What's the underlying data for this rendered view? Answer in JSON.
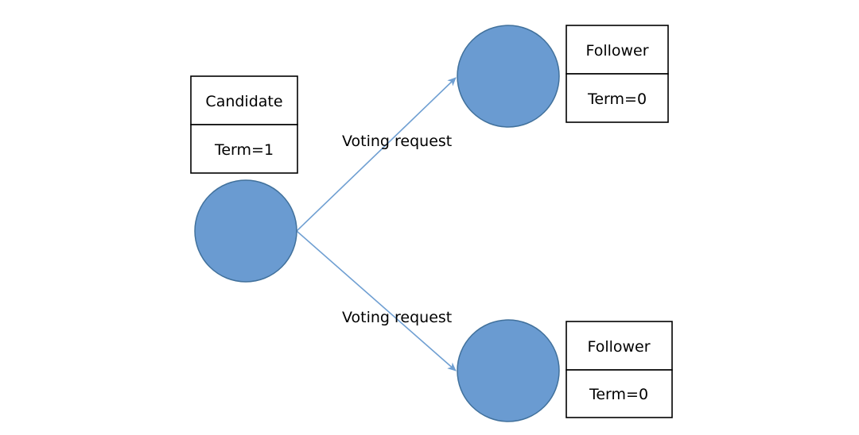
{
  "colors": {
    "node_fill": "#6a9bd1",
    "node_stroke": "#41719c",
    "edge": "#6f9fd2"
  },
  "candidate": {
    "role": "Candidate",
    "term": "Term=1"
  },
  "follower_top": {
    "role": "Follower",
    "term": "Term=0"
  },
  "follower_bottom": {
    "role": "Follower",
    "term": "Term=0"
  },
  "edges": {
    "to_top": "Voting request",
    "to_bottom": "Voting request"
  }
}
